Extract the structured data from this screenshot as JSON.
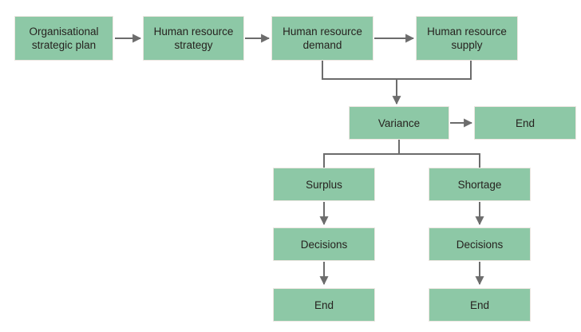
{
  "theme": {
    "background": "#FFFFFF",
    "node_fill": "#8DC8A6",
    "node_border": "#EDE6E1",
    "arrow_color": "#6C6C6C",
    "text_color": "#26221F"
  },
  "flowchart": {
    "nodes": [
      {
        "id": "org-strategic-plan",
        "label": "Organisational strategic plan"
      },
      {
        "id": "hr-strategy",
        "label": "Human resource strategy"
      },
      {
        "id": "hr-demand",
        "label": "Human resource demand"
      },
      {
        "id": "hr-supply",
        "label": "Human resource supply"
      },
      {
        "id": "variance",
        "label": "Variance"
      },
      {
        "id": "end-variance",
        "label": "End"
      },
      {
        "id": "surplus",
        "label": "Surplus"
      },
      {
        "id": "shortage",
        "label": "Shortage"
      },
      {
        "id": "decisions-surplus",
        "label": "Decisions"
      },
      {
        "id": "decisions-shortage",
        "label": "Decisions"
      },
      {
        "id": "end-surplus",
        "label": "End"
      },
      {
        "id": "end-shortage",
        "label": "End"
      }
    ],
    "edges": [
      {
        "from": "org-strategic-plan",
        "to": "hr-strategy"
      },
      {
        "from": "hr-strategy",
        "to": "hr-demand"
      },
      {
        "from": "hr-demand",
        "to": "hr-supply"
      },
      {
        "from": "hr-demand",
        "to": "variance"
      },
      {
        "from": "hr-supply",
        "to": "variance"
      },
      {
        "from": "variance",
        "to": "end-variance"
      },
      {
        "from": "variance",
        "to": "surplus"
      },
      {
        "from": "variance",
        "to": "shortage"
      },
      {
        "from": "surplus",
        "to": "decisions-surplus"
      },
      {
        "from": "shortage",
        "to": "decisions-shortage"
      },
      {
        "from": "decisions-surplus",
        "to": "end-surplus"
      },
      {
        "from": "decisions-shortage",
        "to": "end-shortage"
      }
    ]
  }
}
